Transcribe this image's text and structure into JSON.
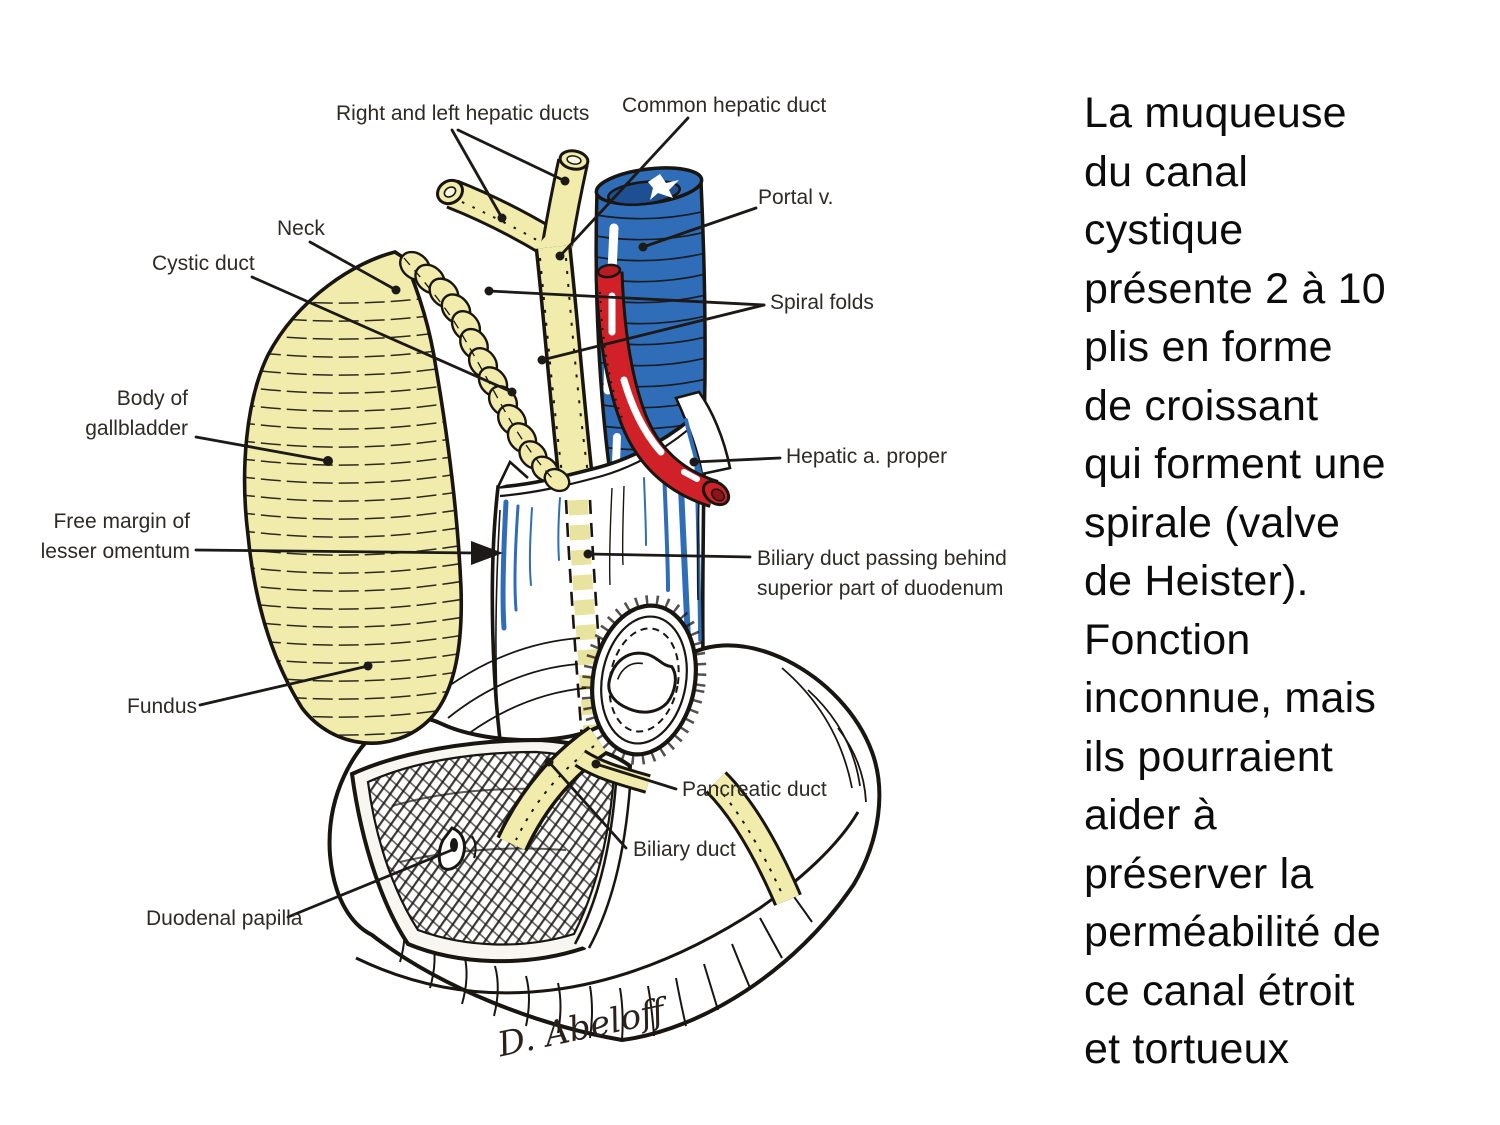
{
  "figure": {
    "signature": "D. Abeloff",
    "colors": {
      "duct_yellow": "#f1ecab",
      "vein_blue": "#2f6db8",
      "vein_blue_dark": "#1e4f92",
      "artery_red": "#cf2127",
      "artery_red_dark": "#8f1418",
      "outline_black": "#191511",
      "label_text": "#2e2a25"
    },
    "labels": {
      "right_left_hepatic_ducts": "Right and left hepatic ducts",
      "common_hepatic_duct": "Common hepatic duct",
      "portal_v": "Portal v.",
      "neck": "Neck",
      "cystic_duct": "Cystic duct",
      "spiral_folds": "Spiral folds",
      "body_of_gallbladder_line1": "Body of",
      "body_of_gallbladder_line2": "gallbladder",
      "hepatic_a_proper": "Hepatic a. proper",
      "free_margin_line1": "Free margin of",
      "free_margin_line2": "lesser omentum",
      "biliary_passing_line1": "Biliary duct passing behind",
      "biliary_passing_line2": "superior part of duodenum",
      "fundus": "Fundus",
      "pancreatic_duct": "Pancreatic duct",
      "biliary_duct": "Biliary duct",
      "duodenal_papilla": "Duodenal papilla"
    }
  },
  "caption": {
    "text": "La muqueuse\ndu canal\ncystique\nprésente 2 à 10\nplis en forme\nde croissant\nqui forment une\nspirale (valve\nde Heister).\nFonction\ninconnue, mais\nils pourraient\naider à\npréserver la\nperméabilité de\nce canal étroit\net tortueux"
  }
}
